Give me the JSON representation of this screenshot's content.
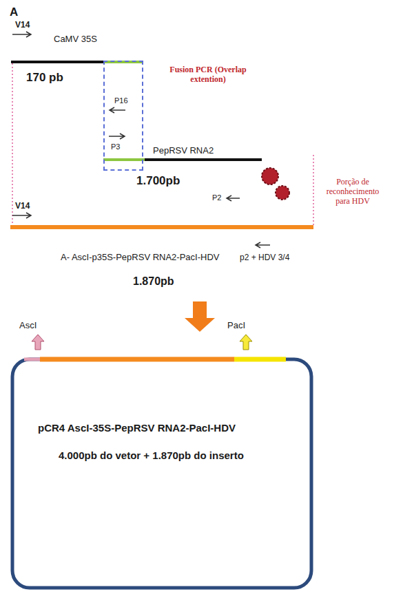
{
  "diagram": {
    "nodes": [
      {
        "text": [
          "P16",
          "P3"
        ]
      },
      {
        "text": [
          "pCR4 AscI-35S-PepRSV RNA2-PacI-HDV",
          "4.000pb do vetor + 1.870pb do inserto"
        ]
      }
    ],
    "labels": [
      "A",
      "V14",
      "CaMV 35S",
      "170 pb",
      "Fusion PCR (Overlap extention)",
      "PepRSV RNA2",
      "1.700pb",
      "P2",
      "Porção de reconhecimento para HDV",
      "V14",
      "A- AscI-p35S-PepRSV RNA2-PacI-HDV",
      "p2 + HDV 3/4",
      "1.870pb",
      "AscI",
      "PacI"
    ]
  }
}
